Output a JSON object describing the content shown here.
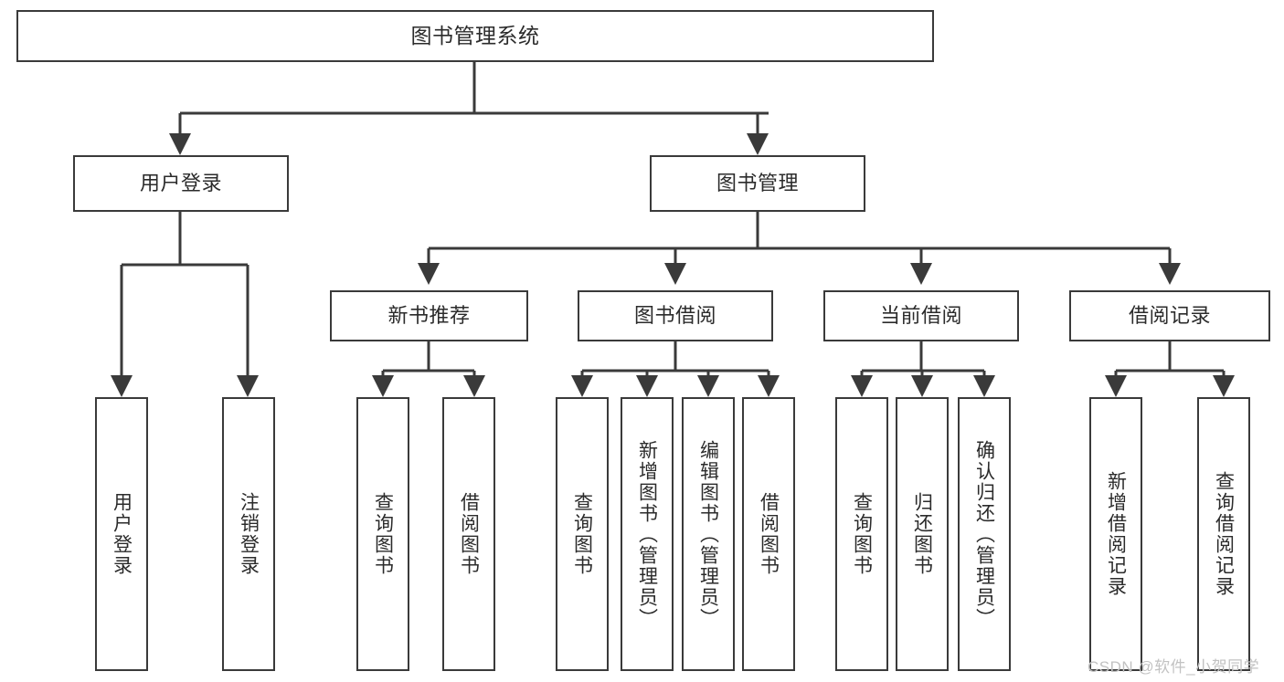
{
  "diagram": {
    "title": "图书管理系统",
    "type": "hierarchy-tree",
    "colors": {
      "stroke": "#3a3a3a",
      "fill": "#ffffff",
      "text": "#2b2b2b",
      "watermark": "#c2c2c2"
    },
    "levels": {
      "root": {
        "label": "图书管理系统"
      },
      "level2": [
        {
          "label": "用户登录"
        },
        {
          "label": "图书管理"
        }
      ],
      "level3": [
        {
          "label": "新书推荐"
        },
        {
          "label": "图书借阅"
        },
        {
          "label": "当前借阅"
        },
        {
          "label": "借阅记录"
        }
      ],
      "leaves": [
        {
          "label": "用户登录",
          "parent": "用户登录"
        },
        {
          "label": "注销登录",
          "parent": "用户登录"
        },
        {
          "label": "查询图书",
          "parent": "新书推荐"
        },
        {
          "label": "借阅图书",
          "parent": "新书推荐"
        },
        {
          "label": "查询图书",
          "parent": "图书借阅"
        },
        {
          "label": "新增图书（管理员）",
          "parent": "图书借阅"
        },
        {
          "label": "编辑图书（管理员）",
          "parent": "图书借阅"
        },
        {
          "label": "借阅图书",
          "parent": "图书借阅"
        },
        {
          "label": "查询图书",
          "parent": "当前借阅"
        },
        {
          "label": "归还图书",
          "parent": "当前借阅"
        },
        {
          "label": "确认归还（管理员）",
          "parent": "当前借阅"
        },
        {
          "label": "新增借阅记录",
          "parent": "借阅记录"
        },
        {
          "label": "查询借阅记录",
          "parent": "借阅记录"
        }
      ]
    }
  },
  "watermark": {
    "text": "CSDN @软件_小贺同学"
  }
}
